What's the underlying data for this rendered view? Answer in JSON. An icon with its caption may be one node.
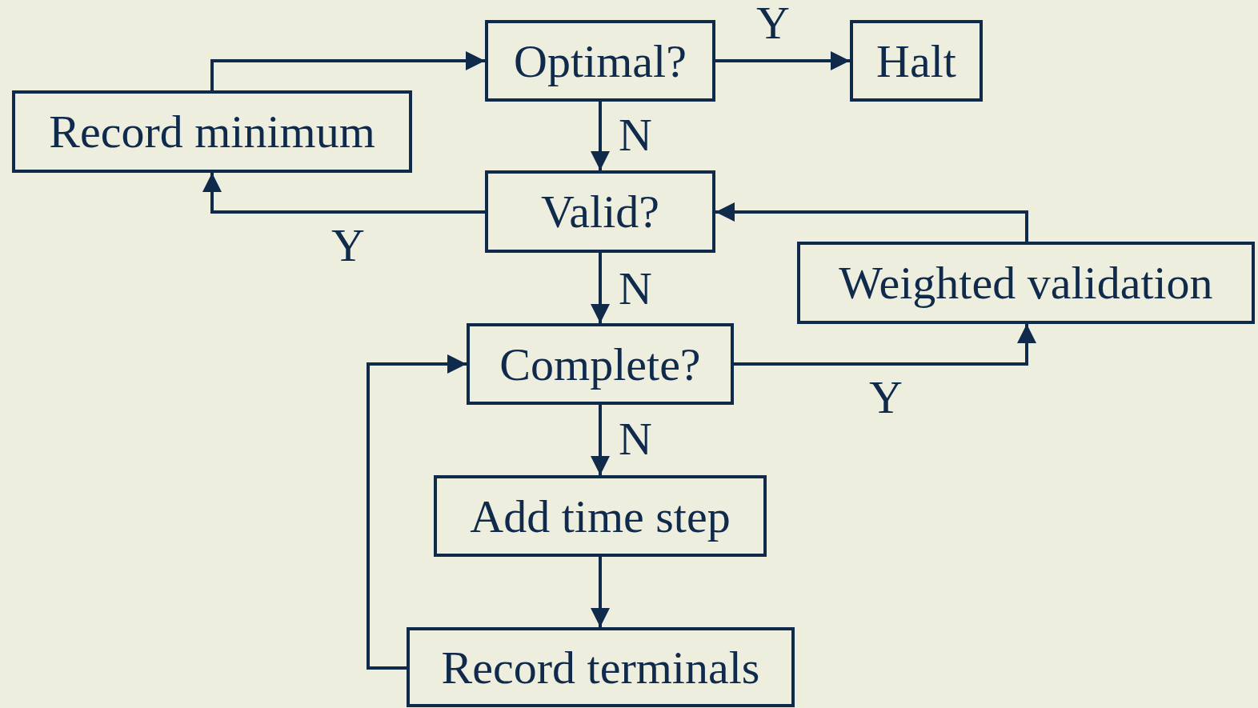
{
  "diagram": {
    "nodes": [
      {
        "text": [
          "Optimal?"
        ]
      },
      {
        "text": [
          "Halt"
        ]
      },
      {
        "text": [
          "Record minimum"
        ]
      },
      {
        "text": [
          "Valid?"
        ]
      },
      {
        "text": [
          "Weighted validation"
        ]
      },
      {
        "text": [
          "Complete?"
        ]
      },
      {
        "text": [
          "Add time step"
        ]
      },
      {
        "text": [
          "Record terminals"
        ]
      }
    ],
    "edges": [
      {
        "from": 0,
        "to": 1,
        "arrow": "to",
        "label": "Y"
      },
      {
        "from": 0,
        "to": 3,
        "arrow": "to",
        "label": "N"
      },
      {
        "from": 3,
        "to": 2,
        "arrow": "to",
        "label": "Y"
      },
      {
        "from": 2,
        "to": 0,
        "arrow": "to"
      },
      {
        "from": 3,
        "to": 5,
        "arrow": "to",
        "label": "N"
      },
      {
        "from": 5,
        "to": 4,
        "arrow": "to",
        "label": "Y"
      },
      {
        "from": 4,
        "to": 3,
        "arrow": "to"
      },
      {
        "from": 5,
        "to": 6,
        "arrow": "to",
        "label": "N"
      },
      {
        "from": 6,
        "to": 7,
        "arrow": "to"
      },
      {
        "from": 7,
        "to": 5,
        "arrow": "to"
      }
    ]
  }
}
